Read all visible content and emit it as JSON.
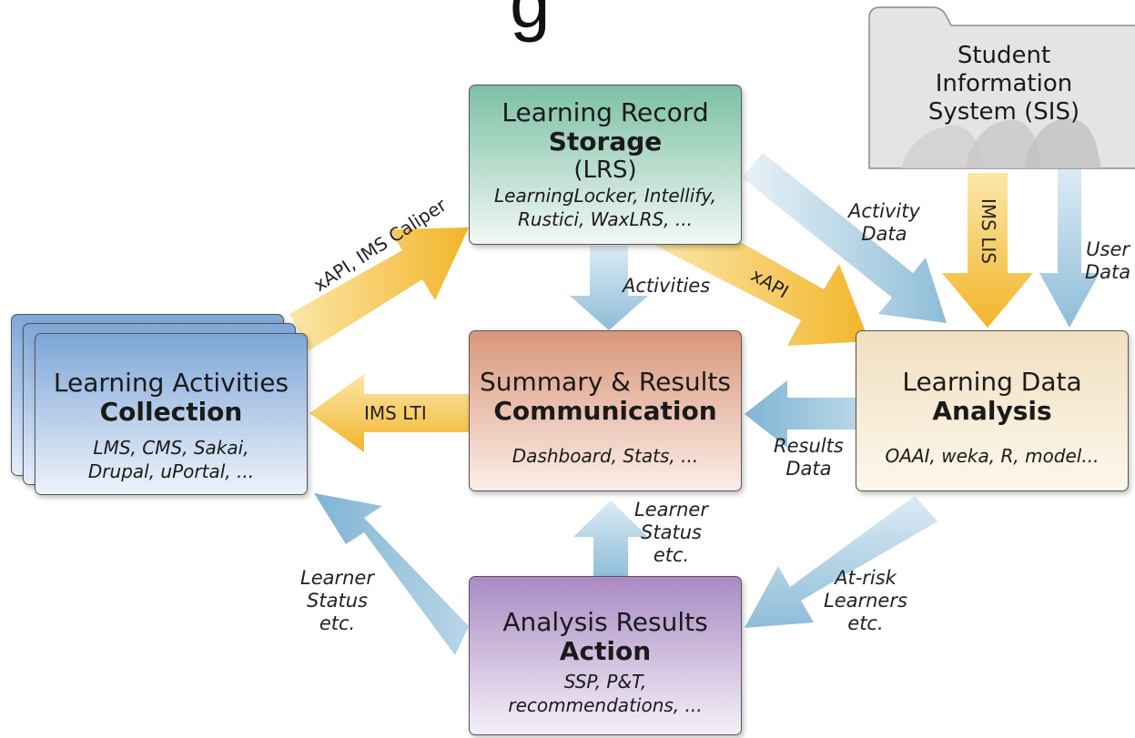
{
  "title_fragment": "g",
  "boxes": {
    "lrs": {
      "line1": "Learning Record",
      "line2": "Storage",
      "line3": "(LRS)",
      "examples": [
        "LearningLocker, Intellify,",
        "Rustici, WaxLRS, ..."
      ]
    },
    "collection": {
      "line1": "Learning Activities",
      "line2": "Collection",
      "examples": [
        "LMS, CMS, Sakai,",
        "Drupal, uPortal, ..."
      ]
    },
    "communication": {
      "line1": "Summary & Results",
      "line2": "Communication",
      "examples": [
        "Dashboard, Stats, ..."
      ]
    },
    "analysis": {
      "line1": "Learning Data",
      "line2": "Analysis",
      "examples": [
        "OAAI, weka, R, model..."
      ]
    },
    "action": {
      "line1": "Analysis Results",
      "line2": "Action",
      "examples": [
        "SSP, P&T,",
        "recommendations, ..."
      ]
    },
    "sis": {
      "lines": [
        "Student",
        "Information",
        "System (SIS)"
      ]
    }
  },
  "arrow_labels": {
    "xapi_caliper": "xAPI, IMS Caliper",
    "xapi": "xAPI",
    "ims_lti": "IMS LTI",
    "ims_lis": "IMS LIS"
  },
  "edge_labels": {
    "activities": "Activities",
    "activity_data": [
      "Activity",
      "Data"
    ],
    "user_data": [
      "User",
      "Data"
    ],
    "results_data": [
      "Results",
      "Data"
    ],
    "learner_status_up": [
      "Learner",
      "Status",
      "etc."
    ],
    "learner_status_left": [
      "Learner",
      "Status",
      "etc."
    ],
    "at_risk": [
      "At-risk",
      "Learners",
      "etc."
    ]
  }
}
